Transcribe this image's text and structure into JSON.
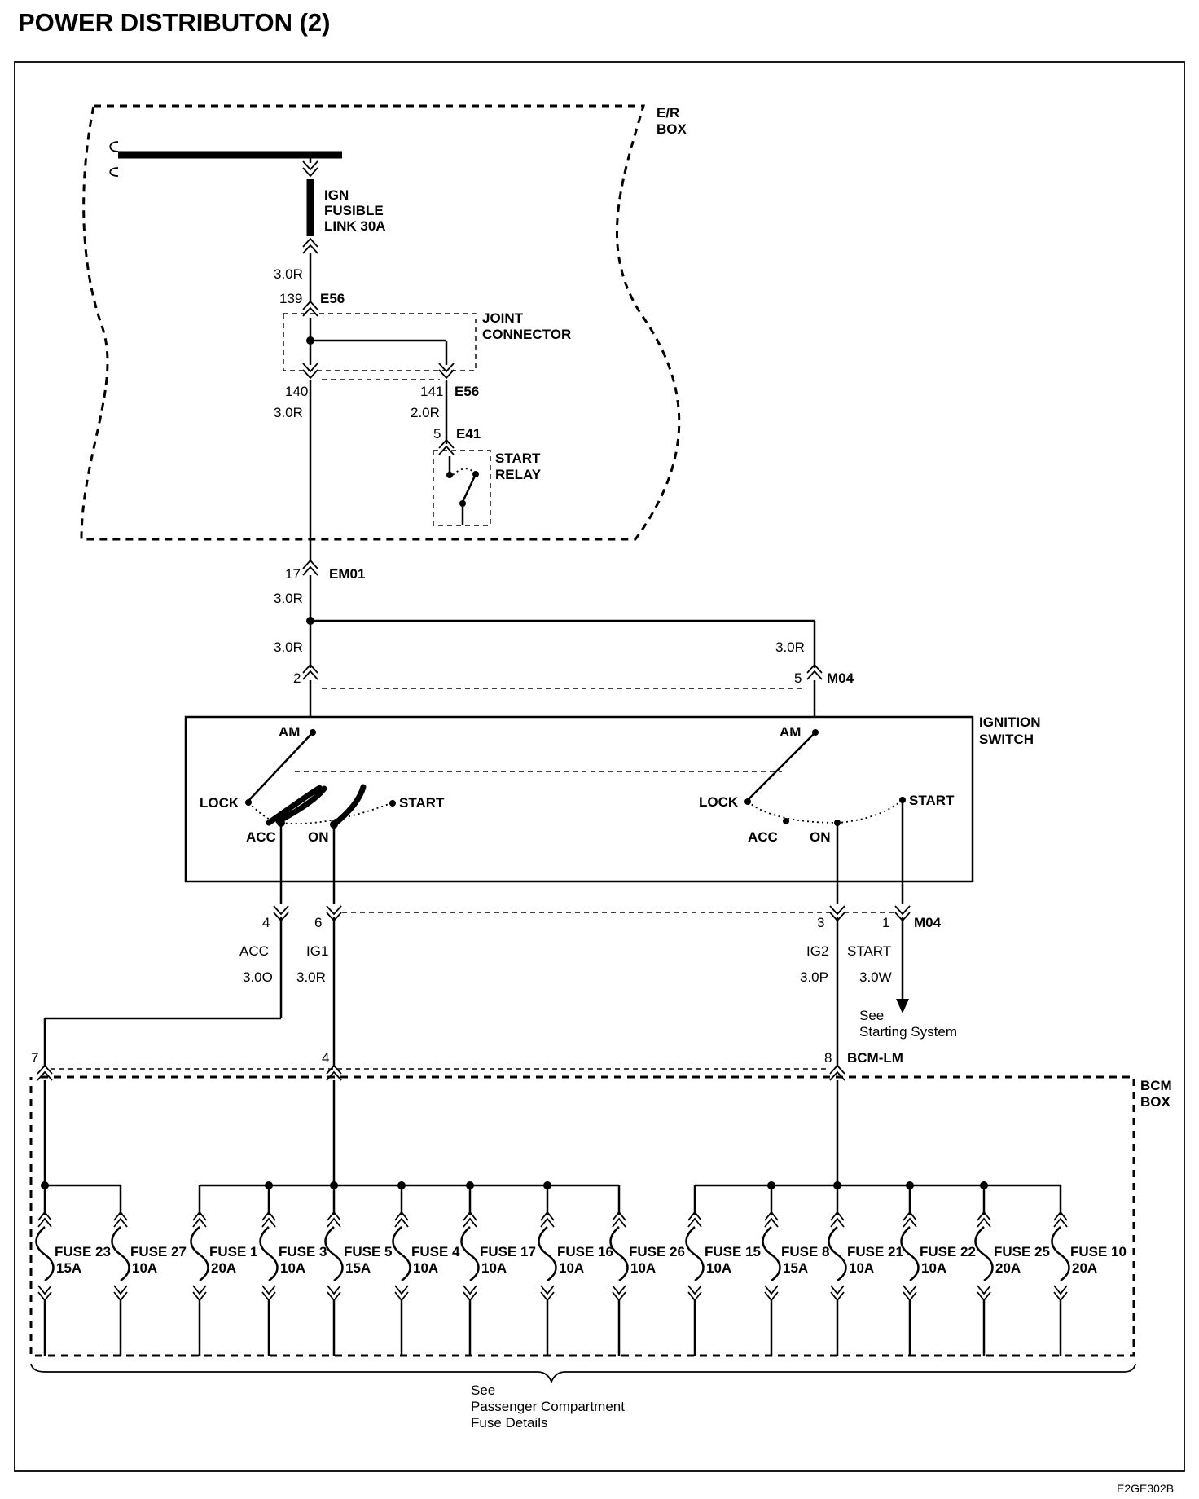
{
  "title": "POWER DISTRIBUTON (2)",
  "code": "E2GE302B",
  "er_box": {
    "line1": "E/R",
    "line2": "BOX"
  },
  "bcm_box": {
    "line1": "BCM",
    "line2": "BOX"
  },
  "fusible_link": {
    "line1": "IGN",
    "line2": "FUSIBLE",
    "line3": "LINK 30A"
  },
  "joint_connector": {
    "line1": "JOINT",
    "line2": "CONNECTOR"
  },
  "start_relay": {
    "line1": "START",
    "line2": "RELAY"
  },
  "ignition_switch": {
    "line1": "IGNITION",
    "line2": "SWITCH"
  },
  "switch_positions": {
    "am": "AM",
    "lock": "LOCK",
    "acc": "ACC",
    "on": "ON",
    "start": "START"
  },
  "wires": {
    "w1": "3.0R",
    "w2": "3.0R",
    "w3": "2.0R",
    "w4": "3.0R",
    "w5": "3.0R",
    "w6": "3.0R",
    "acc": "3.0O",
    "ig1": "3.0R",
    "ig2": "3.0P",
    "start": "3.0W"
  },
  "connectors": {
    "e56": "E56",
    "e41": "E41",
    "em01": "EM01",
    "m04": "M04",
    "bcm_lm": "BCM-LM"
  },
  "pins": {
    "p139": "139",
    "p140": "140",
    "p141": "141",
    "p5": "5",
    "p17": "17",
    "p2": "2",
    "p5b": "5",
    "p4": "4",
    "p6": "6",
    "p3": "3",
    "p1": "1",
    "p7": "7",
    "p4b": "4",
    "p8": "8"
  },
  "circuits": {
    "acc": "ACC",
    "ig1": "IG1",
    "ig2": "IG2",
    "start": "START"
  },
  "see_starting": {
    "line1": "See",
    "line2": "Starting System"
  },
  "see_fuse": {
    "line1": "See",
    "line2": "Passenger Compartment",
    "line3": "Fuse Details"
  },
  "fuses": [
    {
      "name": "FUSE 23",
      "rating": "15A"
    },
    {
      "name": "FUSE 27",
      "rating": "10A"
    },
    {
      "name": "FUSE 1",
      "rating": "20A"
    },
    {
      "name": "FUSE 3",
      "rating": "10A"
    },
    {
      "name": "FUSE 5",
      "rating": "15A"
    },
    {
      "name": "FUSE 4",
      "rating": "10A"
    },
    {
      "name": "FUSE 17",
      "rating": "10A"
    },
    {
      "name": "FUSE 16",
      "rating": "10A"
    },
    {
      "name": "FUSE 26",
      "rating": "10A"
    },
    {
      "name": "FUSE 15",
      "rating": "10A"
    },
    {
      "name": "FUSE 8",
      "rating": "15A"
    },
    {
      "name": "FUSE 21",
      "rating": "10A"
    },
    {
      "name": "FUSE 22",
      "rating": "10A"
    },
    {
      "name": "FUSE 25",
      "rating": "20A"
    },
    {
      "name": "FUSE 10",
      "rating": "20A"
    }
  ]
}
